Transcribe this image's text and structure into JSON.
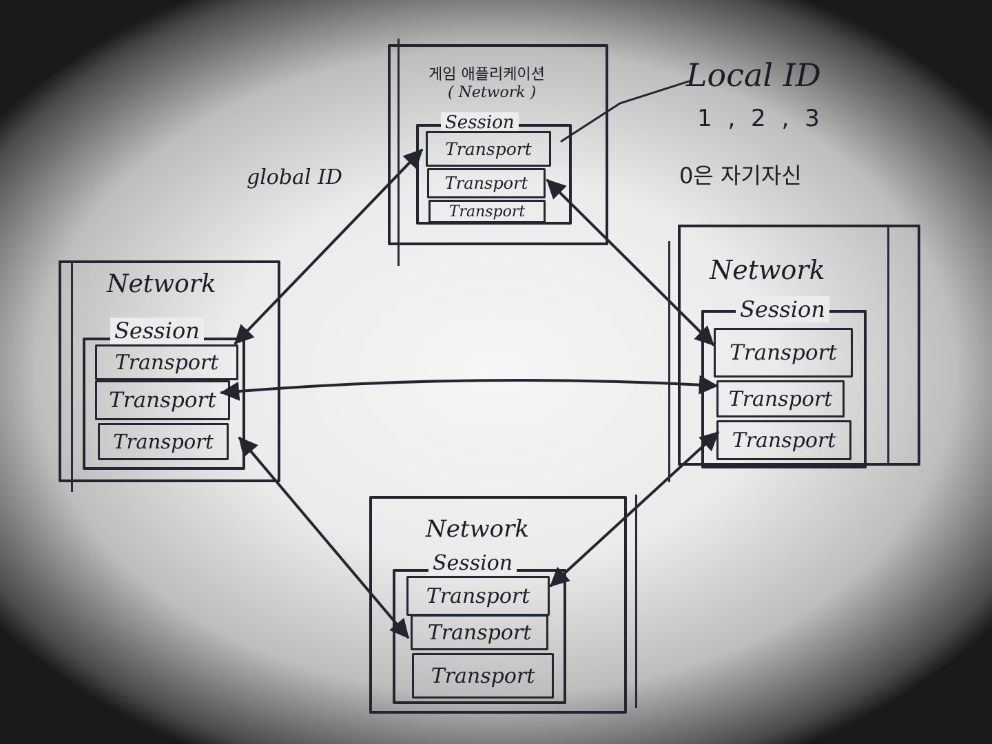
{
  "top_node": {
    "title_line1": "게임 애플리케이션",
    "title_line2": "( Network )",
    "session": "Session",
    "transports": [
      "Transport",
      "Transport",
      "Transport"
    ]
  },
  "left_node": {
    "title": "Network",
    "session": "Session",
    "transports": [
      "Transport",
      "Transport",
      "Transport"
    ]
  },
  "right_node": {
    "title": "Network",
    "session": "Session",
    "transports": [
      "Transport",
      "Transport",
      "Transport"
    ]
  },
  "bottom_node": {
    "title": "Network",
    "session": "Session",
    "transports": [
      "Transport",
      "Transport",
      "Transport"
    ]
  },
  "annotations": {
    "global_id": "global ID",
    "local_id": "Local ID",
    "local_id_values": "1 ,  2 ,  3",
    "local_id_note": "0은 자기자신"
  },
  "colors": {
    "ink": "#24262f",
    "paper": "#ececec"
  }
}
